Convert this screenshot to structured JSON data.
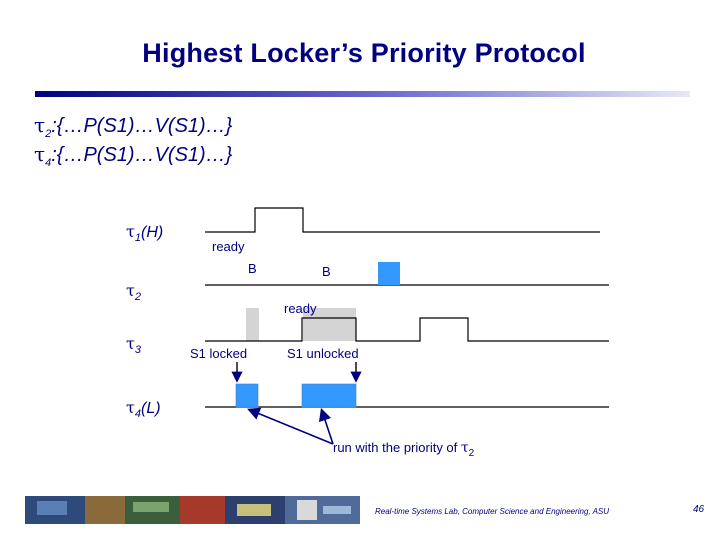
{
  "slide": {
    "title": "Highest Locker’s Priority Protocol",
    "page_number": "46",
    "footer_text": "Real-time Systems Lab, Computer Science and Engineering, ASU"
  },
  "code_lines": [
    {
      "tau": "τ",
      "sub": "2",
      "text": ":{…P(S1)…V(S1)…}"
    },
    {
      "tau": "τ",
      "sub": "4",
      "text": ":{…P(S1)…V(S1)…}"
    }
  ],
  "task_labels": [
    {
      "tau": "τ",
      "sub": "1",
      "suffix": "(H)"
    },
    {
      "tau": "τ",
      "sub": "2",
      "suffix": ""
    },
    {
      "tau": "τ",
      "sub": "3",
      "suffix": ""
    },
    {
      "tau": "τ",
      "sub": "4",
      "suffix": "(L)"
    }
  ],
  "annotations": {
    "ready_t2": "ready",
    "blocked_1": "B",
    "blocked_2": "B",
    "ready_t3": "ready",
    "s1_locked": "S1 locked",
    "s1_unlocked": "S1 unlocked",
    "run_priority_text": "run with the priority of ",
    "run_priority_tau": "τ",
    "run_priority_sub": "2"
  },
  "colors": {
    "title": "#000080",
    "text": "#000080",
    "exec_block": "#3399ff",
    "blocked_shade": "#d4d4d4",
    "arrow": "#000080"
  }
}
